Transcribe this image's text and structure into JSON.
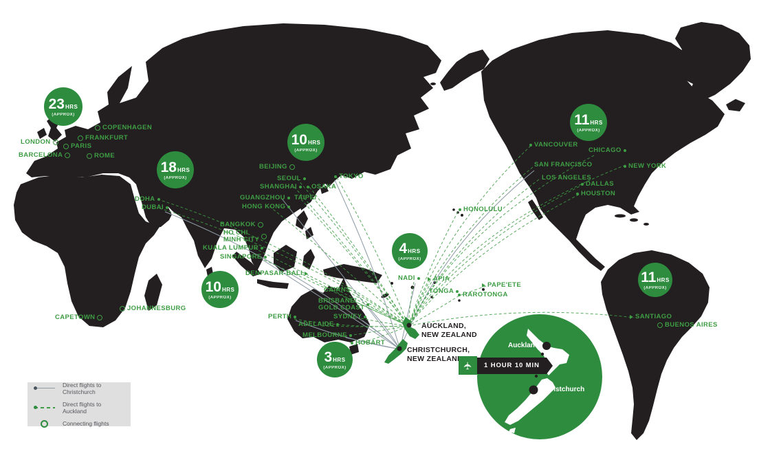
{
  "colors": {
    "land": "#231f20",
    "accent_green": "#2e8c3e",
    "label_green": "#3e9d44",
    "route_solid": "#8f9ca7",
    "route_dashed": "#3e9d44",
    "legend_bg": "#dfdfe0",
    "legend_text": "#55565a"
  },
  "hour_circles": [
    {
      "region": "europe",
      "hours": "23",
      "unit": "HRS",
      "note": "(APPROX)"
    },
    {
      "region": "middle-east",
      "hours": "18",
      "unit": "HRS",
      "note": "(APPROX)"
    },
    {
      "region": "north-asia",
      "hours": "10",
      "unit": "HRS",
      "note": "(APPROX)"
    },
    {
      "region": "indian-ocean",
      "hours": "10",
      "unit": "HRS",
      "note": "(APPROX)"
    },
    {
      "region": "south-pacific",
      "hours": "4",
      "unit": "HRS",
      "note": "(APPROX)"
    },
    {
      "region": "australia",
      "hours": "3",
      "unit": "HRS",
      "note": "(APPROX)"
    },
    {
      "region": "north-america",
      "hours": "11",
      "unit": "HRS",
      "note": "(APPROX)"
    },
    {
      "region": "south-america",
      "hours": "11",
      "unit": "HRS",
      "note": "(APPROX)"
    }
  ],
  "cities": [
    {
      "name": "LONDON"
    },
    {
      "name": "PARIS"
    },
    {
      "name": "BARCELONA"
    },
    {
      "name": "ROME"
    },
    {
      "name": "FRANKFURT"
    },
    {
      "name": "COPENHAGEN"
    },
    {
      "name": "DOHA"
    },
    {
      "name": "DUBAI"
    },
    {
      "name": "BEIJING"
    },
    {
      "name": "SEOUL"
    },
    {
      "name": "TOKYO"
    },
    {
      "name": "SHANGHAI"
    },
    {
      "name": "OSAKA"
    },
    {
      "name": "GUANGZHOU"
    },
    {
      "name": "TAIPEI"
    },
    {
      "name": "HONG KONG"
    },
    {
      "name": "BANGKOK"
    },
    {
      "name": "HO CHI\nMINH CITY"
    },
    {
      "name": "KUALA LUMPUR"
    },
    {
      "name": "SINGAPORE"
    },
    {
      "name": "DENPASAR-BALI"
    },
    {
      "name": "CAIRNS"
    },
    {
      "name": "BRISBANE/\nGOLD COAST"
    },
    {
      "name": "PERTH"
    },
    {
      "name": "SYDNEY"
    },
    {
      "name": "ADELAIDE"
    },
    {
      "name": "MELBOURNE"
    },
    {
      "name": "HOBART"
    },
    {
      "name": "JOHANNESBURG"
    },
    {
      "name": "CAPETOWN"
    },
    {
      "name": "HONOLULU"
    },
    {
      "name": "NADI"
    },
    {
      "name": "APIA"
    },
    {
      "name": "TONGA"
    },
    {
      "name": "PAPE'ETE"
    },
    {
      "name": "RAROTONGA"
    },
    {
      "name": "VANCOUVER"
    },
    {
      "name": "CHICAGO"
    },
    {
      "name": "SAN FRANCISCO"
    },
    {
      "name": "NEW YORK"
    },
    {
      "name": "LOS ANGELES"
    },
    {
      "name": "DALLAS"
    },
    {
      "name": "HOUSTON"
    },
    {
      "name": "SANTIAGO"
    },
    {
      "name": "BUENOS AIRES"
    }
  ],
  "nz": {
    "auckland": "AUCKLAND,\nNEW ZEALAND",
    "christchurch": "CHRISTCHURCH,\nNEW ZEALAND"
  },
  "inset": {
    "auckland": "Auckland",
    "christchurch": "Christchurch",
    "flight_time": "1 HOUR 10 MIN",
    "plane_icon": "✈"
  },
  "legend": {
    "items": [
      {
        "label": "Direct flights to Christchurch",
        "style": "solid"
      },
      {
        "label": "Direct flights to Auckland",
        "style": "dashed"
      },
      {
        "label": "Connecting flights",
        "style": "ring"
      }
    ]
  }
}
